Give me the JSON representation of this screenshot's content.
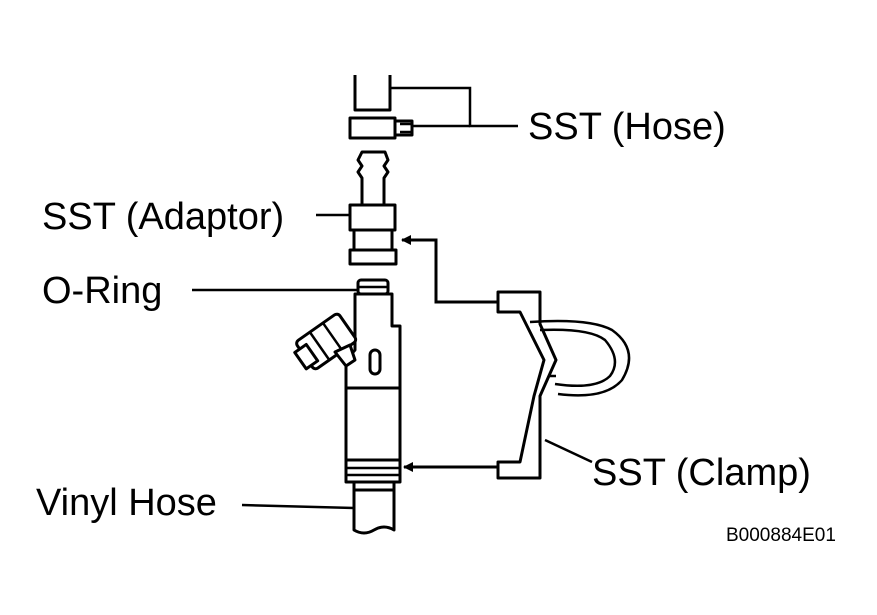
{
  "labels": {
    "sst_hose": "SST (Hose)",
    "sst_adaptor": "SST (Adaptor)",
    "o_ring": "O-Ring",
    "sst_clamp": "SST (Clamp)",
    "vinyl_hose": "Vinyl Hose",
    "figure_code": "B000884E01"
  },
  "colors": {
    "ink": "#000000",
    "background": "#ffffff"
  }
}
